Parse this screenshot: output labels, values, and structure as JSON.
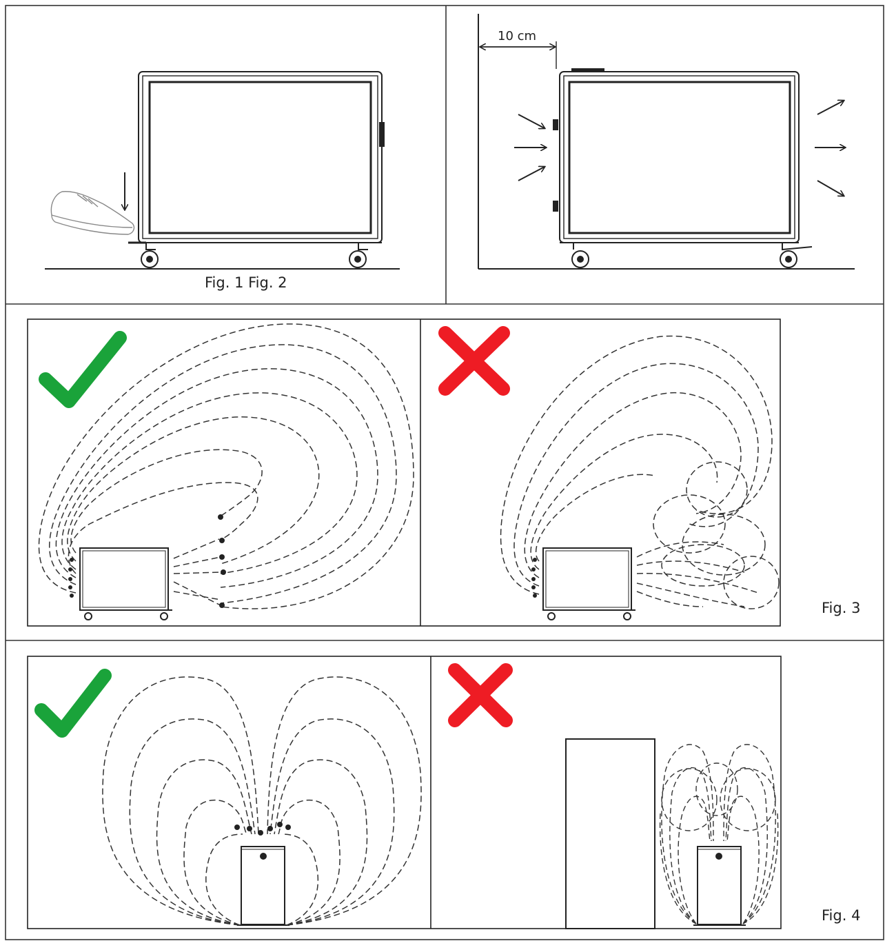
{
  "figures": {
    "fig12_caption": "Fig. 1 Fig. 2",
    "fig3_caption": "Fig. 3",
    "fig4_caption": "Fig. 4",
    "distance_label": "10 cm"
  },
  "colors": {
    "line": "#222222",
    "check": "#1aa33a",
    "cross": "#ee1c24",
    "frame": "#333333"
  },
  "icons": {
    "good": "check-mark-icon",
    "bad": "cross-mark-icon",
    "foot": "shoe-icon"
  }
}
